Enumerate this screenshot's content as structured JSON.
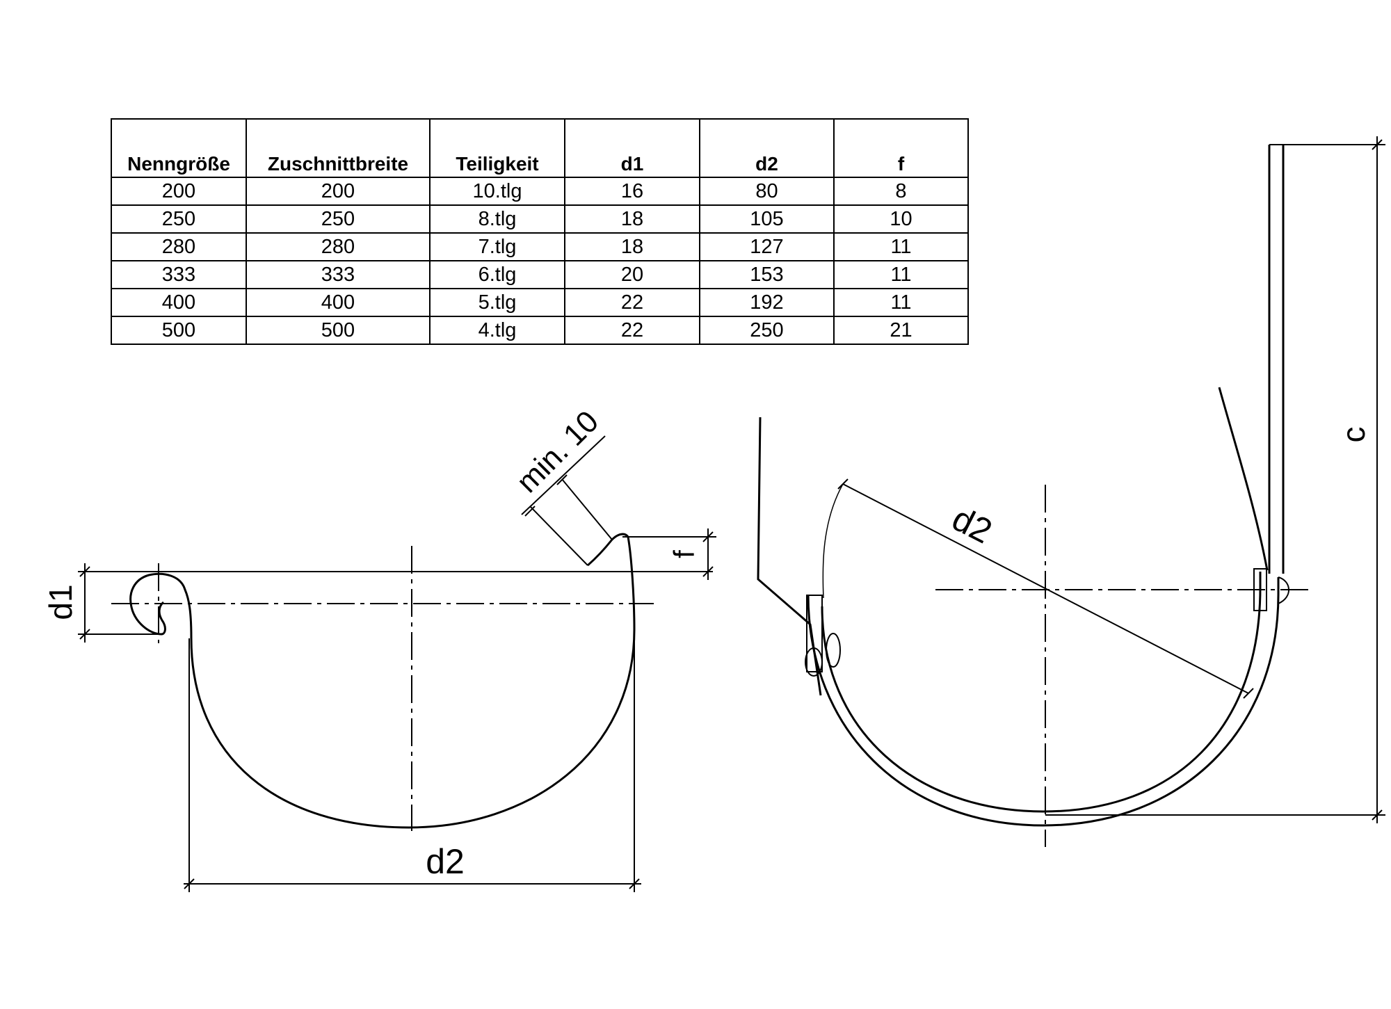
{
  "table": {
    "headers": [
      "Nenngröße",
      "Zuschnittbreite",
      "Teiligkeit",
      "d1",
      "d2",
      "f"
    ],
    "rows": [
      [
        "200",
        "200",
        "10.tlg",
        "16",
        "80",
        "8"
      ],
      [
        "250",
        "250",
        "8.tlg",
        "18",
        "105",
        "10"
      ],
      [
        "280",
        "280",
        "7.tlg",
        "18",
        "127",
        "11"
      ],
      [
        "333",
        "333",
        "6.tlg",
        "20",
        "153",
        "11"
      ],
      [
        "400",
        "400",
        "5.tlg",
        "22",
        "192",
        "11"
      ],
      [
        "500",
        "500",
        "4.tlg",
        "22",
        "250",
        "21"
      ]
    ]
  },
  "left_drawing": {
    "label_d1": "d1",
    "label_d2": "d2",
    "label_f": "f",
    "label_min": "min. 10"
  },
  "right_drawing": {
    "label_d2": "d2",
    "label_c": "c"
  }
}
